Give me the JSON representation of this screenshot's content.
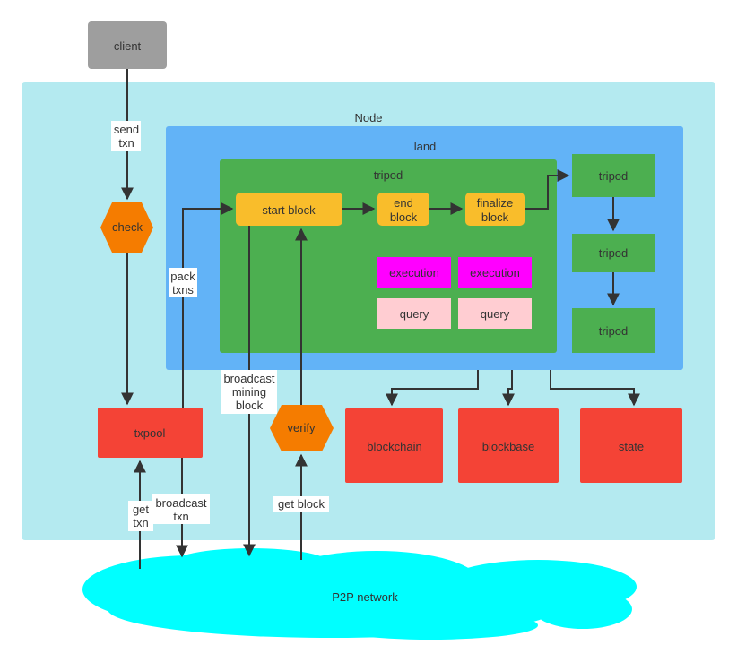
{
  "colors": {
    "node_bg": "#b4eaf0",
    "land_bg": "#62b3f7",
    "tripod_green": "#4caf50",
    "step_yellow": "#f9bd2b",
    "execution_magenta": "#ff00ff",
    "query_pink": "#ffcdd2",
    "store_red": "#f44336",
    "hex_orange": "#f57c00",
    "client_gray": "#9e9e9e",
    "cloud_cyan": "#00ffff",
    "edge": "#333333"
  },
  "nodes": {
    "client": "client",
    "node": "Node",
    "land": "land",
    "tripod_main": "tripod",
    "start_block": "start block",
    "end_block": [
      "end",
      "block"
    ],
    "finalize_block": [
      "finalize",
      "block"
    ],
    "execution_1": "execution",
    "execution_2": "execution",
    "query_1": "query",
    "query_2": "query",
    "tripod_right_1": "tripod",
    "tripod_right_2": "tripod",
    "tripod_right_3": "tripod",
    "check": "check",
    "txpool": "txpool",
    "verify": "verify",
    "blockchain": "blockchain",
    "blockbase": "blockbase",
    "state": "state",
    "p2p": "P2P network"
  },
  "edges": {
    "send_txn": [
      "send",
      "txn"
    ],
    "pack_txns": [
      "pack",
      "txns"
    ],
    "broadcast_mining_block": [
      "broadcast",
      "mining",
      "block"
    ],
    "get_txn": [
      "get",
      "txn"
    ],
    "broadcast_txn": [
      "broadcast",
      "txn"
    ],
    "get_block": "get block"
  }
}
